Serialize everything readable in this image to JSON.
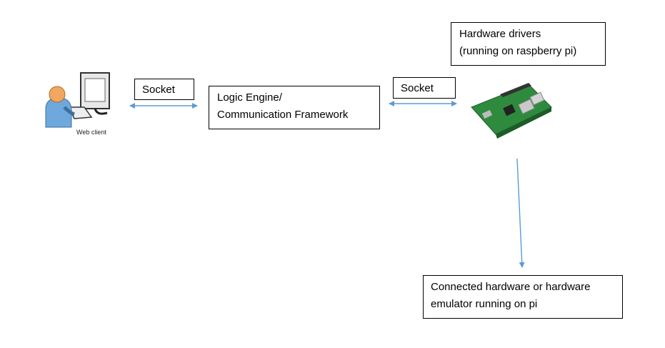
{
  "web_client": {
    "label": "Web client"
  },
  "socket_left": {
    "label": "Socket"
  },
  "socket_right": {
    "label": "Socket"
  },
  "logic_engine": {
    "line1": "Logic Engine/",
    "line2": "Communication Framework"
  },
  "hardware_drivers": {
    "line1": "Hardware drivers",
    "line2": "(running on raspberry pi)"
  },
  "connected_hardware": {
    "line1": "Connected hardware or hardware",
    "line2": "emulator running on pi"
  },
  "colors": {
    "arrow": "#5b9bd5",
    "board": "#2e8b3e",
    "person_shirt": "#6fa8dc",
    "person_skin": "#f0a860"
  }
}
